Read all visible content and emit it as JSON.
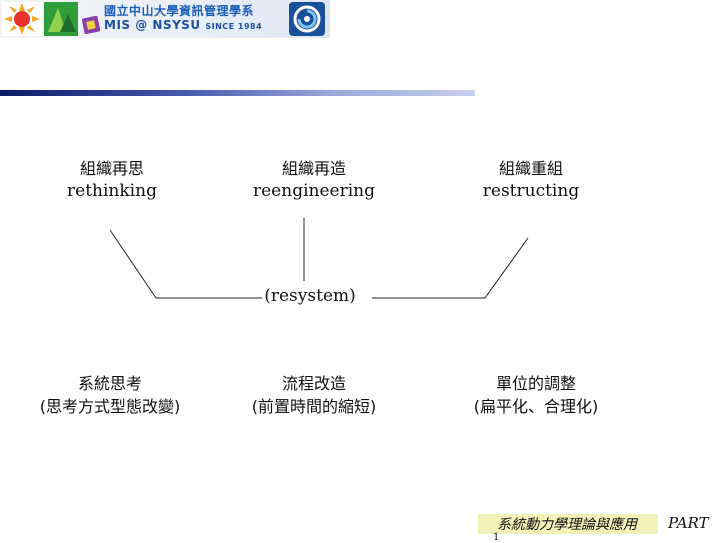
{
  "header": {
    "title_zh": "國立中山大學資訊管理學系",
    "title_en": "MIS @ NSYSU",
    "since": "SINCE 1984",
    "colors": {
      "title": "#1d5fb5",
      "divider": "#0c1868"
    }
  },
  "diagram": {
    "top": [
      {
        "zh": "組織再思",
        "en": "rethinking"
      },
      {
        "zh": "組織再造",
        "en": "reengineering"
      },
      {
        "zh": "組織重組",
        "en": "restructing"
      }
    ],
    "center": "(resystem)",
    "bottom": [
      {
        "zh": "系統思考",
        "detail": "(思考方式型態改變)"
      },
      {
        "zh": "流程改造",
        "detail": "(前置時間的縮短)"
      },
      {
        "zh": "單位的調整",
        "detail": "(扁平化、合理化)"
      }
    ]
  },
  "footer": {
    "text": "系統動力學理論與應用",
    "part": "PART",
    "num": "1"
  }
}
